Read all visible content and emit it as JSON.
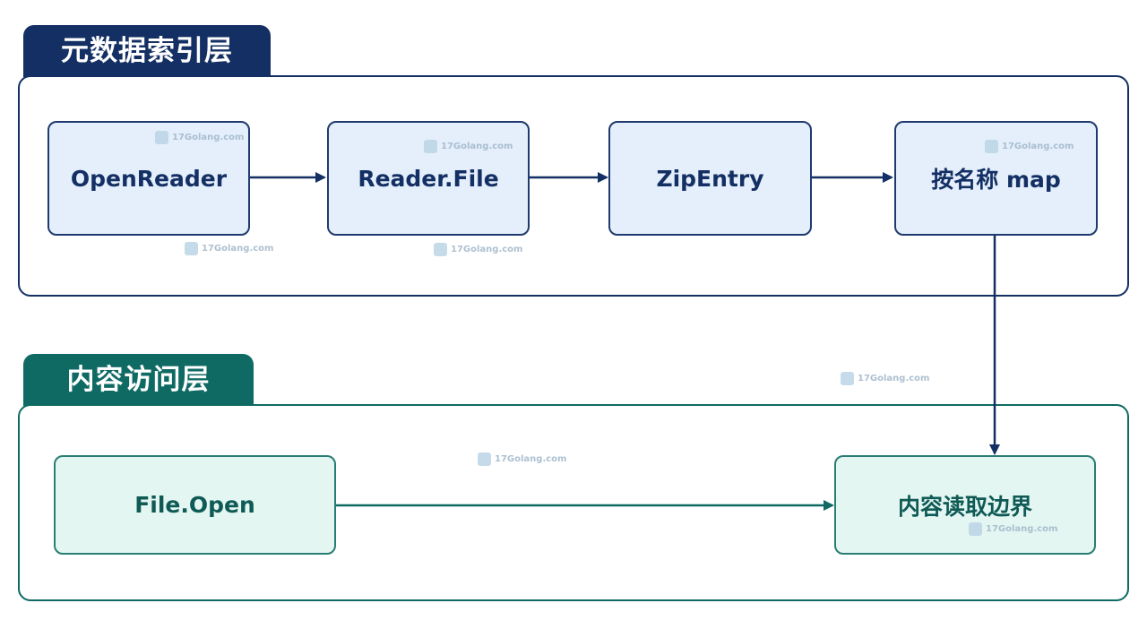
{
  "layers": {
    "metadata": {
      "title": "元数据索引层"
    },
    "content": {
      "title": "内容访问层"
    }
  },
  "nodes": {
    "open_reader": "OpenReader",
    "reader_file": "Reader.File",
    "zip_entry": "ZipEntry",
    "name_map": "按名称 map",
    "file_open": "File.Open",
    "read_boundary": "内容读取边界"
  },
  "watermark": {
    "text": "17Golang.com",
    "icon": "logo-icon"
  },
  "colors": {
    "metadata_accent": "#132f63",
    "content_accent": "#0f6a64",
    "metadata_node_fill": "#e4effb",
    "content_node_fill": "#e4f6f2"
  }
}
